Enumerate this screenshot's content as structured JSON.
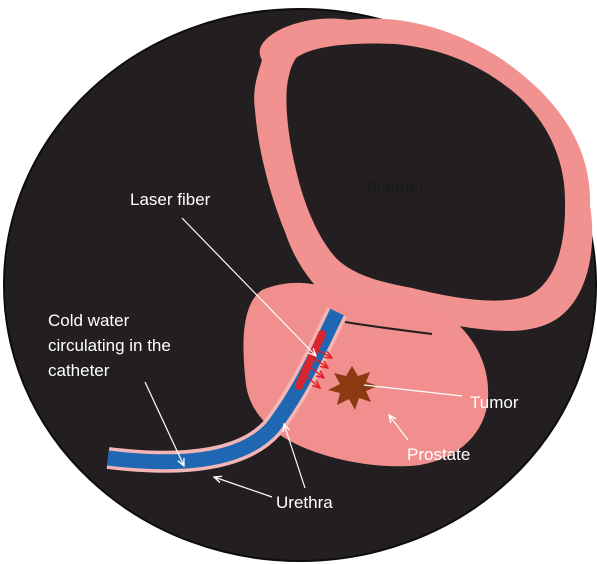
{
  "labels": {
    "bladder": "Bladder",
    "laser_fiber": "Laser fiber",
    "cold_water_line1": "Cold water",
    "cold_water_line2": "circulating in the",
    "cold_water_line3": "catheter",
    "tumor": "Tumor",
    "prostate": "Prostate",
    "urethra": "Urethra"
  },
  "colors": {
    "background_disc": "#231f20",
    "tissue_pink": "#f19291",
    "prostate_pink": "#f08f8e",
    "catheter_blue": "#1f67b3",
    "catheter_highlight": "#5aa0dc",
    "laser_red": "#d7262e",
    "tumor_brown": "#8b3a12",
    "arrow_white": "#ffffff"
  }
}
